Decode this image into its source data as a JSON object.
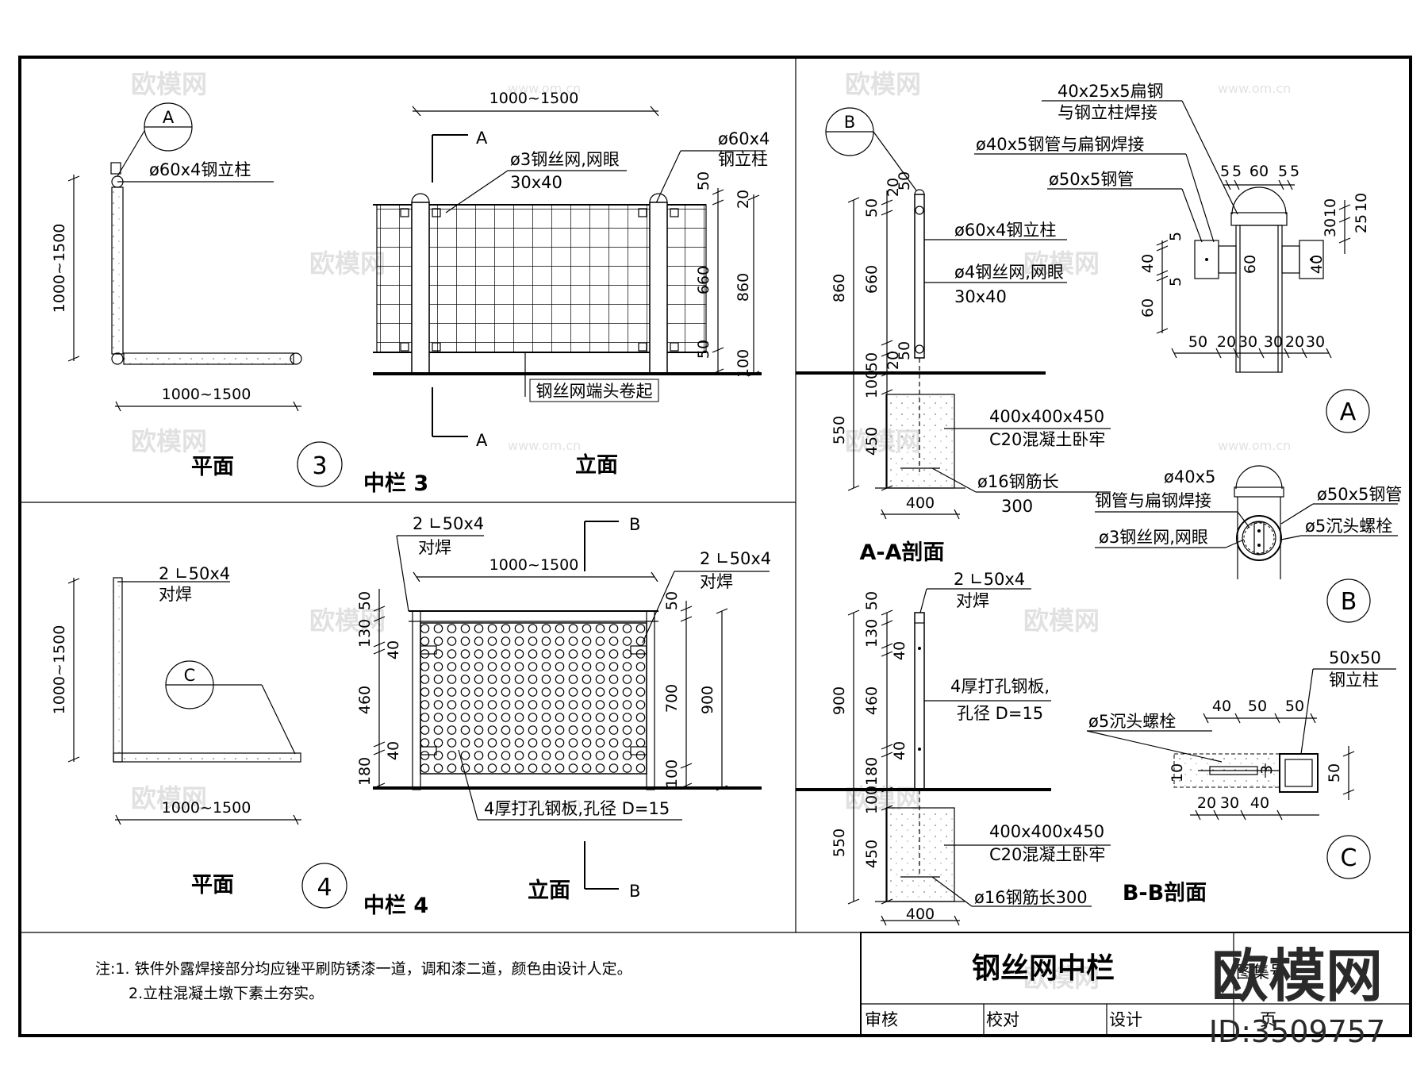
{
  "plan3": {
    "detail_tag": "A",
    "post": "ø60x4钢立柱",
    "dim_v": "1000~1500",
    "dim_h": "1000~1500",
    "title": "平面",
    "circle": "3",
    "name": "中栏 3"
  },
  "elev3": {
    "dim_top": "1000~1500",
    "sec": "A",
    "mesh_a": "ø3钢丝网,网眼",
    "mesh_b": "30x40",
    "post_a": "ø60x4",
    "post_b": "钢立柱",
    "roll": "钢丝网端头卷起",
    "title": "立面",
    "dims_r1": [
      "50",
      "20",
      "660",
      "50",
      "100"
    ],
    "dims_r2": "860"
  },
  "plan4": {
    "weld_a": "2 ∟50x4",
    "weld_b": "对焊",
    "tag": "C",
    "dim_v": "1000~1500",
    "dim_h": "1000~1500",
    "title": "平面",
    "circle": "4",
    "name": "中栏 4"
  },
  "elev4": {
    "weld_a": "2 ∟50x4",
    "weld_b": "对焊",
    "sec": "B",
    "dim_top": "1000~1500",
    "weld_r_a": "2 ∟50x4",
    "weld_r_b": "对焊",
    "plate": "4厚打孔钢板,孔径 D=15",
    "title": "立面",
    "dims_l": [
      "50",
      "130",
      "40",
      "460",
      "40",
      "180"
    ],
    "dims_r": [
      "50",
      "700",
      "100"
    ],
    "dims_r2": "900"
  },
  "secA": {
    "tag": "B",
    "post": "ø60x4钢立柱",
    "mesh_a": "ø4钢丝网,网眼",
    "mesh_b": "30x40",
    "dims_top": [
      "50",
      "20",
      "50",
      "660",
      "50",
      "20",
      "50"
    ],
    "dim_860": "860",
    "dims_below": [
      "100",
      "550",
      "450"
    ],
    "found_a": "400x400x450",
    "found_b": "C20混凝土卧牢",
    "rebar_a": "ø16钢筋长",
    "rebar_b": "300",
    "dim_400": "400",
    "title": "A-A剖面"
  },
  "detA": {
    "flat_a": "40x25x5扁钢",
    "flat_b": "与钢立柱焊接",
    "pipe40": "ø40x5钢管与扁钢焊接",
    "pipe50": "ø50x5钢管",
    "top_dims": [
      "5",
      "5",
      "60",
      "5",
      "5"
    ],
    "right_dims": [
      "10",
      "30",
      "25",
      "10"
    ],
    "left_dims": [
      "5",
      "40",
      "5",
      "60"
    ],
    "mid_dim": "60",
    "right_dim40": "40",
    "bottom_dims": [
      "50",
      "20",
      "30",
      "30",
      "20",
      "30"
    ],
    "circle": "A"
  },
  "detB": {
    "pipe40_a": "ø40x5",
    "pipe40_b": "钢管与扁钢焊接",
    "pipe50": "ø50x5钢管",
    "bolt": "ø5沉头螺栓",
    "mesh": "ø3钢丝网,网眼",
    "circle": "B"
  },
  "secB": {
    "weld_a": "2 ∟50x4",
    "weld_b": "对焊",
    "plate_a": "4厚打孔钢板,",
    "plate_b": "孔径 D=15",
    "dims": [
      "50",
      "130",
      "40",
      "460",
      "40",
      "180"
    ],
    "dim_900": "900",
    "dims_below": [
      "100",
      "550",
      "450"
    ],
    "found_a": "400x400x450",
    "found_b": "C20混凝土卧牢",
    "rebar": "ø16钢筋长300",
    "dim_400": "400",
    "title": "B-B剖面"
  },
  "detC": {
    "post_a": "50x50",
    "post_b": "钢立柱",
    "bolt": "ø5沉头螺栓",
    "top_dims": [
      "40",
      "50",
      "50"
    ],
    "side": "50",
    "left": "10",
    "inner": "3",
    "bottom_dims": [
      "20",
      "30",
      "40"
    ],
    "circle": "C"
  },
  "notes": [
    "注:1. 铁件外露焊接部分均应锉平刷防锈漆一道，调和漆二道，颜色由设计人定。",
    "2.立柱混凝土墩下素土夯实。"
  ],
  "titleblock": {
    "title": "钢丝网中栏",
    "atlas": "图集号",
    "review": "审核",
    "check": "校对",
    "design": "设计",
    "page": "页"
  },
  "brand": {
    "name": "欧模网",
    "id": "ID:3509757",
    "wm": "欧模网",
    "wm_url": "www.om.cn"
  }
}
